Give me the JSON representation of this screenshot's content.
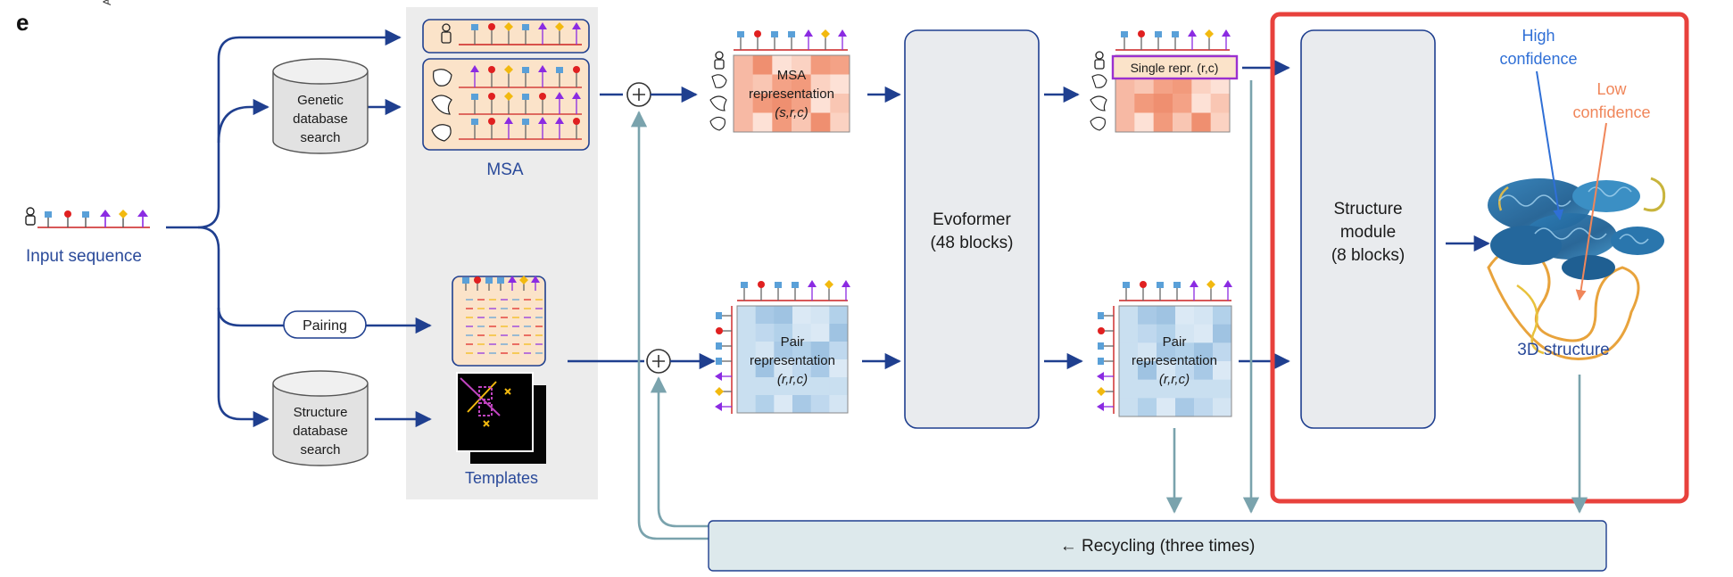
{
  "panel_label": "e",
  "corner_mark": "A",
  "input": {
    "label": "Input sequence"
  },
  "genetic_db": {
    "line1": "Genetic",
    "line2": "database",
    "line3": "search"
  },
  "structure_db": {
    "line1": "Structure",
    "line2": "database",
    "line3": "search"
  },
  "pairing": {
    "label": "Pairing"
  },
  "msa": {
    "label": "MSA"
  },
  "templates": {
    "label": "Templates"
  },
  "msa_repr": {
    "line1": "MSA",
    "line2": "representation",
    "line3": "(s,r,c)"
  },
  "pair_repr": {
    "line1": "Pair",
    "line2": "representation",
    "line3": "(r,r,c)"
  },
  "evoformer": {
    "line1": "Evoformer",
    "line2": "(48 blocks)"
  },
  "single_repr": {
    "label": "Single repr. (r,c)"
  },
  "pair_repr_out": {
    "line1": "Pair",
    "line2": "representation",
    "line3": "(r,r,c)"
  },
  "structure_module": {
    "line1": "Structure",
    "line2": "module",
    "line3": "(8 blocks)"
  },
  "high_conf": {
    "line1": "High",
    "line2": "confidence"
  },
  "low_conf": {
    "line1": "Low",
    "line2": "confidence"
  },
  "structure_3d": {
    "label": "3D structure"
  },
  "recycling": {
    "label": "← Recycling (three times)"
  },
  "colors": {
    "arrow": "#1f3f8f",
    "recycle": "#7aa3ad",
    "highlight": "#e8413c",
    "panel_gray": "#ececec",
    "module_fill": "#e9ebee",
    "msa_fill": "#fbe3c9",
    "high_conf_text": "#2f6fd6",
    "low_conf_text": "#f0865a"
  }
}
